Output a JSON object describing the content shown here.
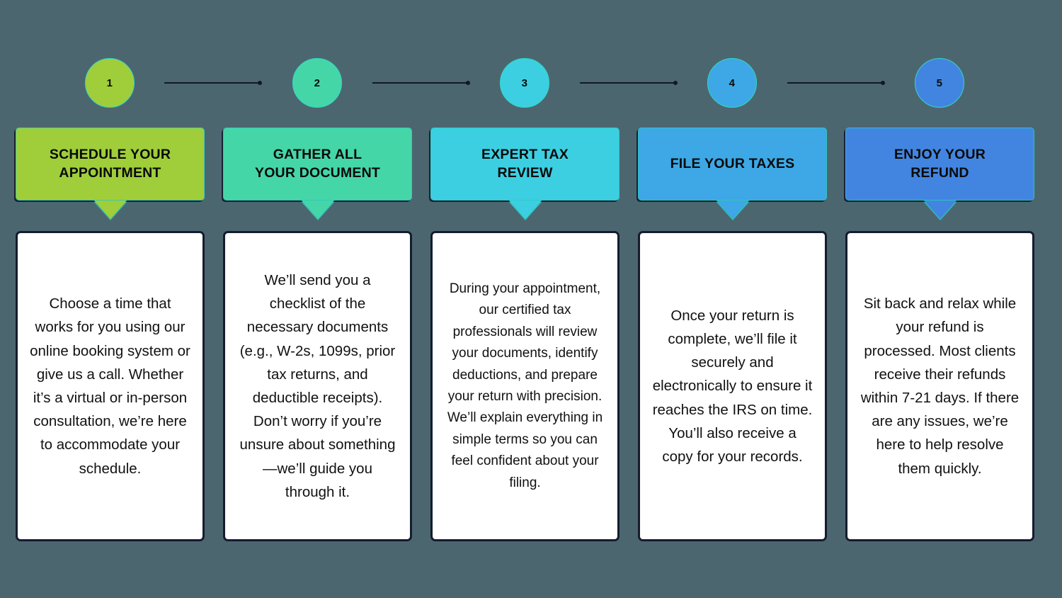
{
  "background_color": "#4c6670",
  "steps": [
    {
      "number": "1",
      "title": "SCHEDULE YOUR\nAPPOINTMENT",
      "color": "#9fce3a",
      "circle_color": "#9fce3a",
      "body": "Choose a time that works for you using our online booking system or give us a call. Whether it’s a virtual or in-person consultation, we’re here to accommodate your schedule."
    },
    {
      "number": "2",
      "title": "GATHER ALL\nYOUR DOCUMENT",
      "color": "#45d6a8",
      "circle_color": "#45d6a8",
      "body": "We’ll send you a checklist of the necessary documents (e.g., W-2s, 1099s, prior tax returns, and deductible receipts). Don’t worry if you’re unsure about something—we’ll guide you through it."
    },
    {
      "number": "3",
      "title": "EXPERT TAX\nREVIEW",
      "color": "#3ccfe2",
      "circle_color": "#3ccfe2",
      "body": "During your appointment, our certified tax professionals will review your documents, identify deductions, and prepare your return with precision. We’ll explain everything in simple terms so you can feel confident about your filing."
    },
    {
      "number": "4",
      "title": "FILE YOUR TAXES",
      "color": "#3da8e5",
      "circle_color": "#3da8e5",
      "body": "Once your return is complete, we’ll file it securely and electronically to ensure it reaches the IRS on time. You’ll also receive a copy for your records."
    },
    {
      "number": "5",
      "title": "ENJOY YOUR\nREFUND",
      "color": "#4285e0",
      "circle_color": "#4285e0",
      "body": "Sit back and relax while your refund is processed. Most clients receive their refunds within 7-21 days. If there are any issues, we’re here to help resolve them quickly."
    }
  ],
  "connectors": [
    {
      "from": "1",
      "to": "2"
    },
    {
      "from": "2",
      "to": "3"
    },
    {
      "from": "3",
      "to": "4"
    },
    {
      "from": "4",
      "to": "5"
    }
  ]
}
